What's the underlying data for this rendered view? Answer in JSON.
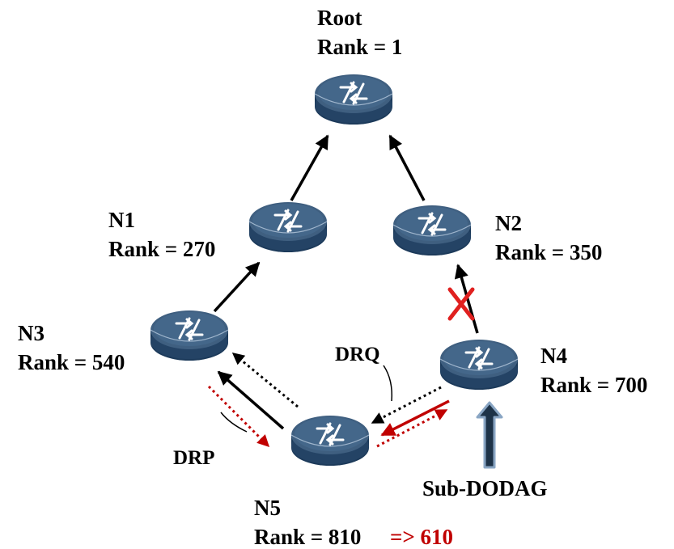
{
  "colors": {
    "router_top": "#3f5f80",
    "router_body": "#1c3a5a",
    "arrow": "#000000",
    "repair_red": "#c00000",
    "cross_red": "#e0201f",
    "subdodag_fill": "#1e3348",
    "subdodag_stroke": "#8aa6c4"
  },
  "icons": {
    "router": "router-icon",
    "cross": "cross-icon",
    "sub_dodag_arrow": "block-arrow-up-icon"
  },
  "nodes": {
    "root": {
      "name": "Root",
      "rank": "Rank = 1"
    },
    "n1": {
      "name": "N1",
      "rank": "Rank = 270"
    },
    "n2": {
      "name": "N2",
      "rank": "Rank = 350"
    },
    "n3": {
      "name": "N3",
      "rank": "Rank = 540"
    },
    "n4": {
      "name": "N4",
      "rank": "Rank = 700"
    },
    "n5": {
      "name": "N5",
      "rank": "Rank = 810",
      "new_rank": "=> 610"
    }
  },
  "messages": {
    "drq": "DRQ",
    "drp": "DRP",
    "sub_dodag": "Sub-DODAG"
  }
}
